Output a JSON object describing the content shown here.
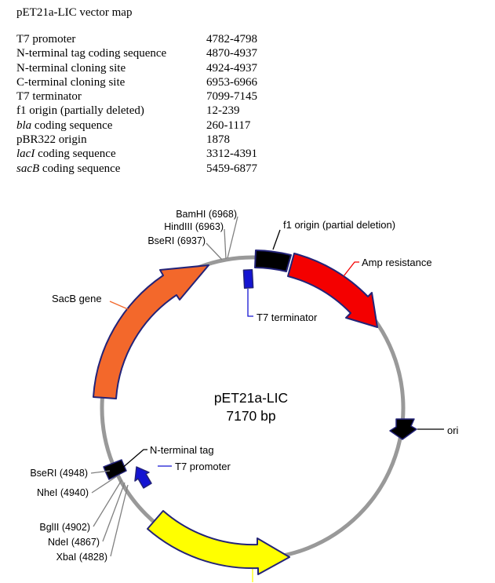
{
  "title": "pET21a-LIC vector map",
  "features": {
    "rows": [
      {
        "pre": "",
        "name": "T7 promoter",
        "range": "4782-4798"
      },
      {
        "pre": "",
        "name": "N-terminal tag coding sequence",
        "range": "4870-4937"
      },
      {
        "pre": "",
        "name": "N-terminal cloning site",
        "range": "4924-4937"
      },
      {
        "pre": "",
        "name": "C-terminal cloning site",
        "range": "6953-6966"
      },
      {
        "pre": "",
        "name": "T7 terminator",
        "range": "7099-7145"
      },
      {
        "pre": "",
        "name": "f1 origin (partially deleted)",
        "range": "12-239"
      },
      {
        "pre": "bla",
        "name": " coding sequence",
        "range": "260-1117"
      },
      {
        "pre": "",
        "name": "pBR322 origin",
        "range": "1878"
      },
      {
        "pre": "lacI",
        "name": " coding sequence",
        "range": "3312-4391"
      },
      {
        "pre": "sacB",
        "name": " coding sequence",
        "range": "5459-6877"
      }
    ]
  },
  "map": {
    "plasmid_name": "pET21a-LIC",
    "plasmid_size": "7170 bp",
    "labels": {
      "bamhi": "BamHI (6968)",
      "hindiii": "HindIII (6963)",
      "bseri_top": "BseRI (6937)",
      "f1_origin": "f1 origin (partial deletion)",
      "amp": "Amp resistance",
      "sacb": "SacB gene",
      "t7_terminator": "T7 terminator",
      "ori": "ori",
      "n_terminal_tag": "N-terminal tag",
      "t7_promoter": "T7 promoter",
      "bseri_bottom": "BseRI (4948)",
      "nhei": "NheI (4940)",
      "bglii": "BglII (4902)",
      "ndei": "NdeI (4867)",
      "xbai": "XbaI (4828)"
    },
    "colors": {
      "backbone": "#999999",
      "outline_navy": "#232378",
      "sacb_gene": "#F3682B",
      "amp_resistance": "#F40000",
      "laci_gene": "#FFFF00",
      "promoter_blue": "#1414D2",
      "feature_black": "#000000",
      "leader_gray": "#808080"
    }
  }
}
